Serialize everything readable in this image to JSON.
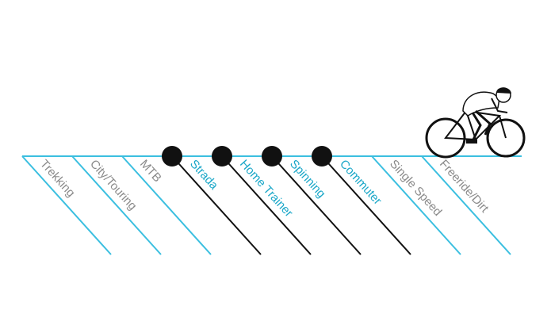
{
  "categories": [
    {
      "label": "Trekking",
      "selected": false
    },
    {
      "label": "City/Touring",
      "selected": false
    },
    {
      "label": "MTB",
      "selected": false
    },
    {
      "label": "Strada",
      "selected": true
    },
    {
      "label": "Home Trainer",
      "selected": true
    },
    {
      "label": "Spinning",
      "selected": true
    },
    {
      "label": "Commuter",
      "selected": true
    },
    {
      "label": "Single Speed",
      "selected": false
    },
    {
      "label": "Freeride/Dirt",
      "selected": false
    }
  ],
  "colors": {
    "line_inactive": "#3bbfe0",
    "line_active": "#111111",
    "label_inactive": "#8a8a8a",
    "label_active": "#1aa7c8",
    "marker": "#111111"
  },
  "icons": {
    "cyclist": "cyclist-icon"
  }
}
